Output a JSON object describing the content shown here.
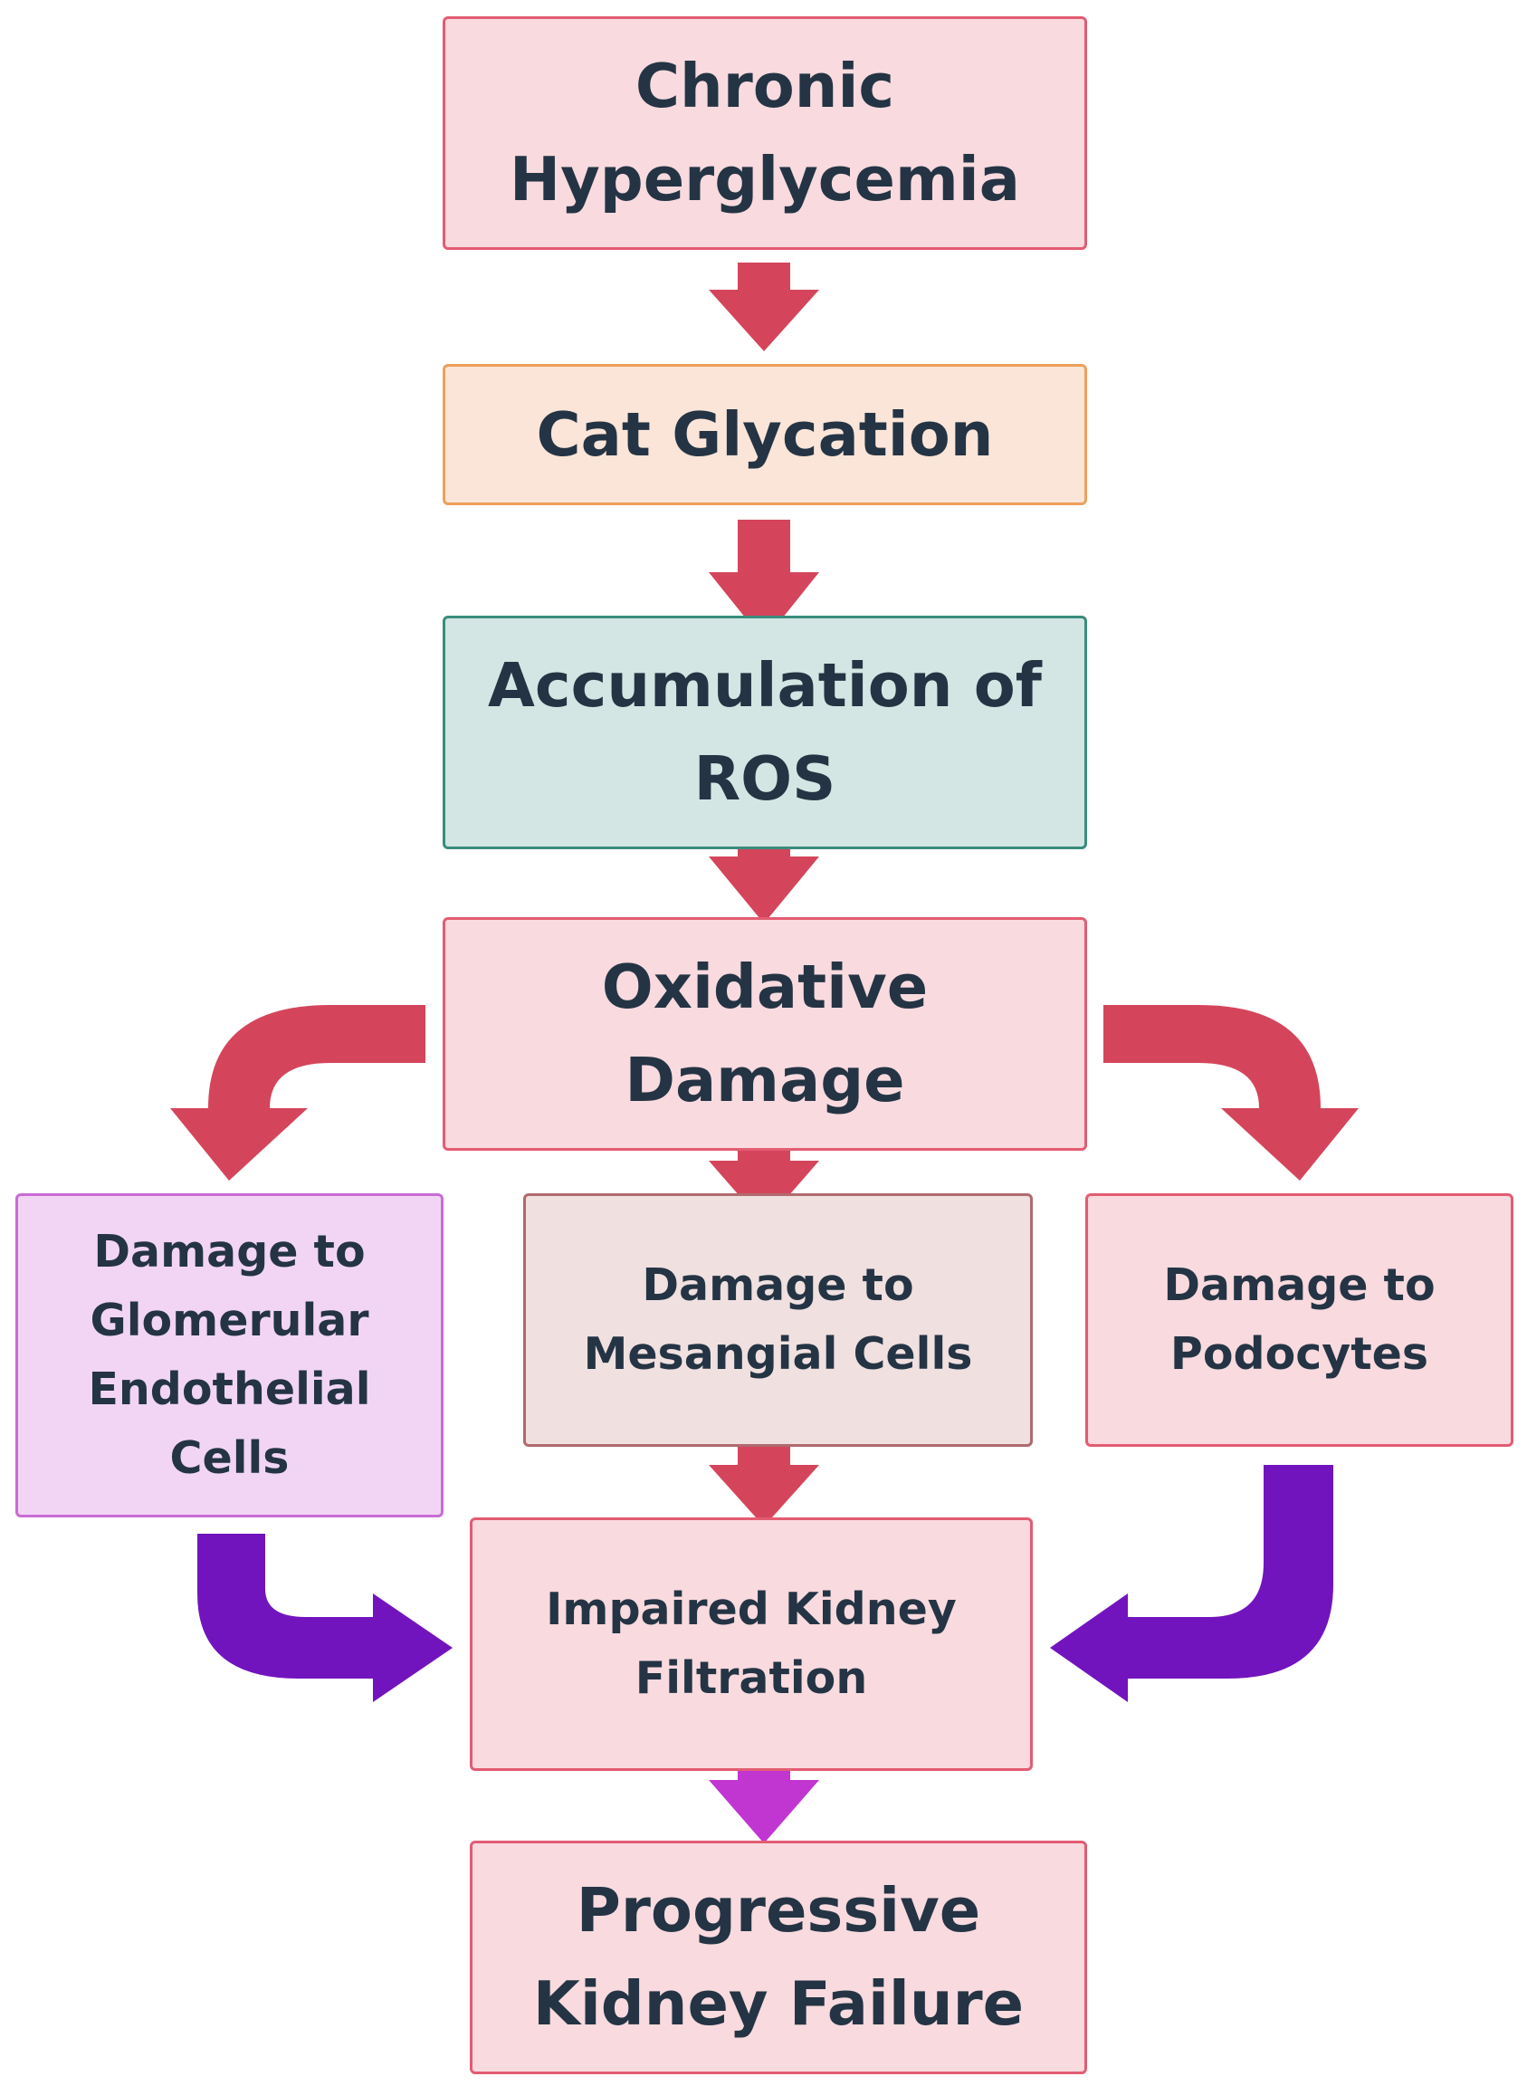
{
  "nodes": {
    "hyperglycemia": {
      "text": "Chronic\nHyperglycemia",
      "fill": "#f8dadf",
      "stroke": "#e35c72"
    },
    "glycation": {
      "text": "Cat Glycation",
      "fill": "#fbe5d8",
      "stroke": "#eea05a"
    },
    "ros": {
      "text": "Accumulation of\nROS",
      "fill": "#d3e6e3",
      "stroke": "#3a8c7c"
    },
    "oxidative": {
      "text": "Oxidative\nDamage",
      "fill": "#f8dadf",
      "stroke": "#e35c72"
    },
    "glomerular": {
      "text": "Damage to\nGlomerular\nEndothelial\nCells",
      "fill": "#f2d5f5",
      "stroke": "#c86bd6"
    },
    "mesangial": {
      "text": "Damage to\nMesangial Cells",
      "fill": "#f0e0e0",
      "stroke": "#b06a6e"
    },
    "podocytes": {
      "text": "Damage to\nPodocytes",
      "fill": "#f8dadf",
      "stroke": "#e35c72"
    },
    "filtration": {
      "text": "Impaired Kidney\nFiltration",
      "fill": "#f8dadf",
      "stroke": "#e35c72"
    },
    "failure": {
      "text": "Progressive\nKidney Failure",
      "fill": "#f8dadf",
      "stroke": "#e35c72"
    }
  },
  "edges": [
    {
      "from": "hyperglycemia",
      "to": "glycation",
      "color": "#d4455b"
    },
    {
      "from": "glycation",
      "to": "ros",
      "color": "#d4455b"
    },
    {
      "from": "ros",
      "to": "oxidative",
      "color": "#d4455b"
    },
    {
      "from": "oxidative",
      "to": "glomerular",
      "color": "#d4455b"
    },
    {
      "from": "oxidative",
      "to": "mesangial",
      "color": "#d4455b"
    },
    {
      "from": "oxidative",
      "to": "podocytes",
      "color": "#d4455b"
    },
    {
      "from": "glomerular",
      "to": "filtration",
      "color": "#7214bd"
    },
    {
      "from": "mesangial",
      "to": "filtration",
      "color": "#d4455b"
    },
    {
      "from": "podocytes",
      "to": "filtration",
      "color": "#7214bd"
    },
    {
      "from": "filtration",
      "to": "failure",
      "color": "#c135d0"
    }
  ]
}
